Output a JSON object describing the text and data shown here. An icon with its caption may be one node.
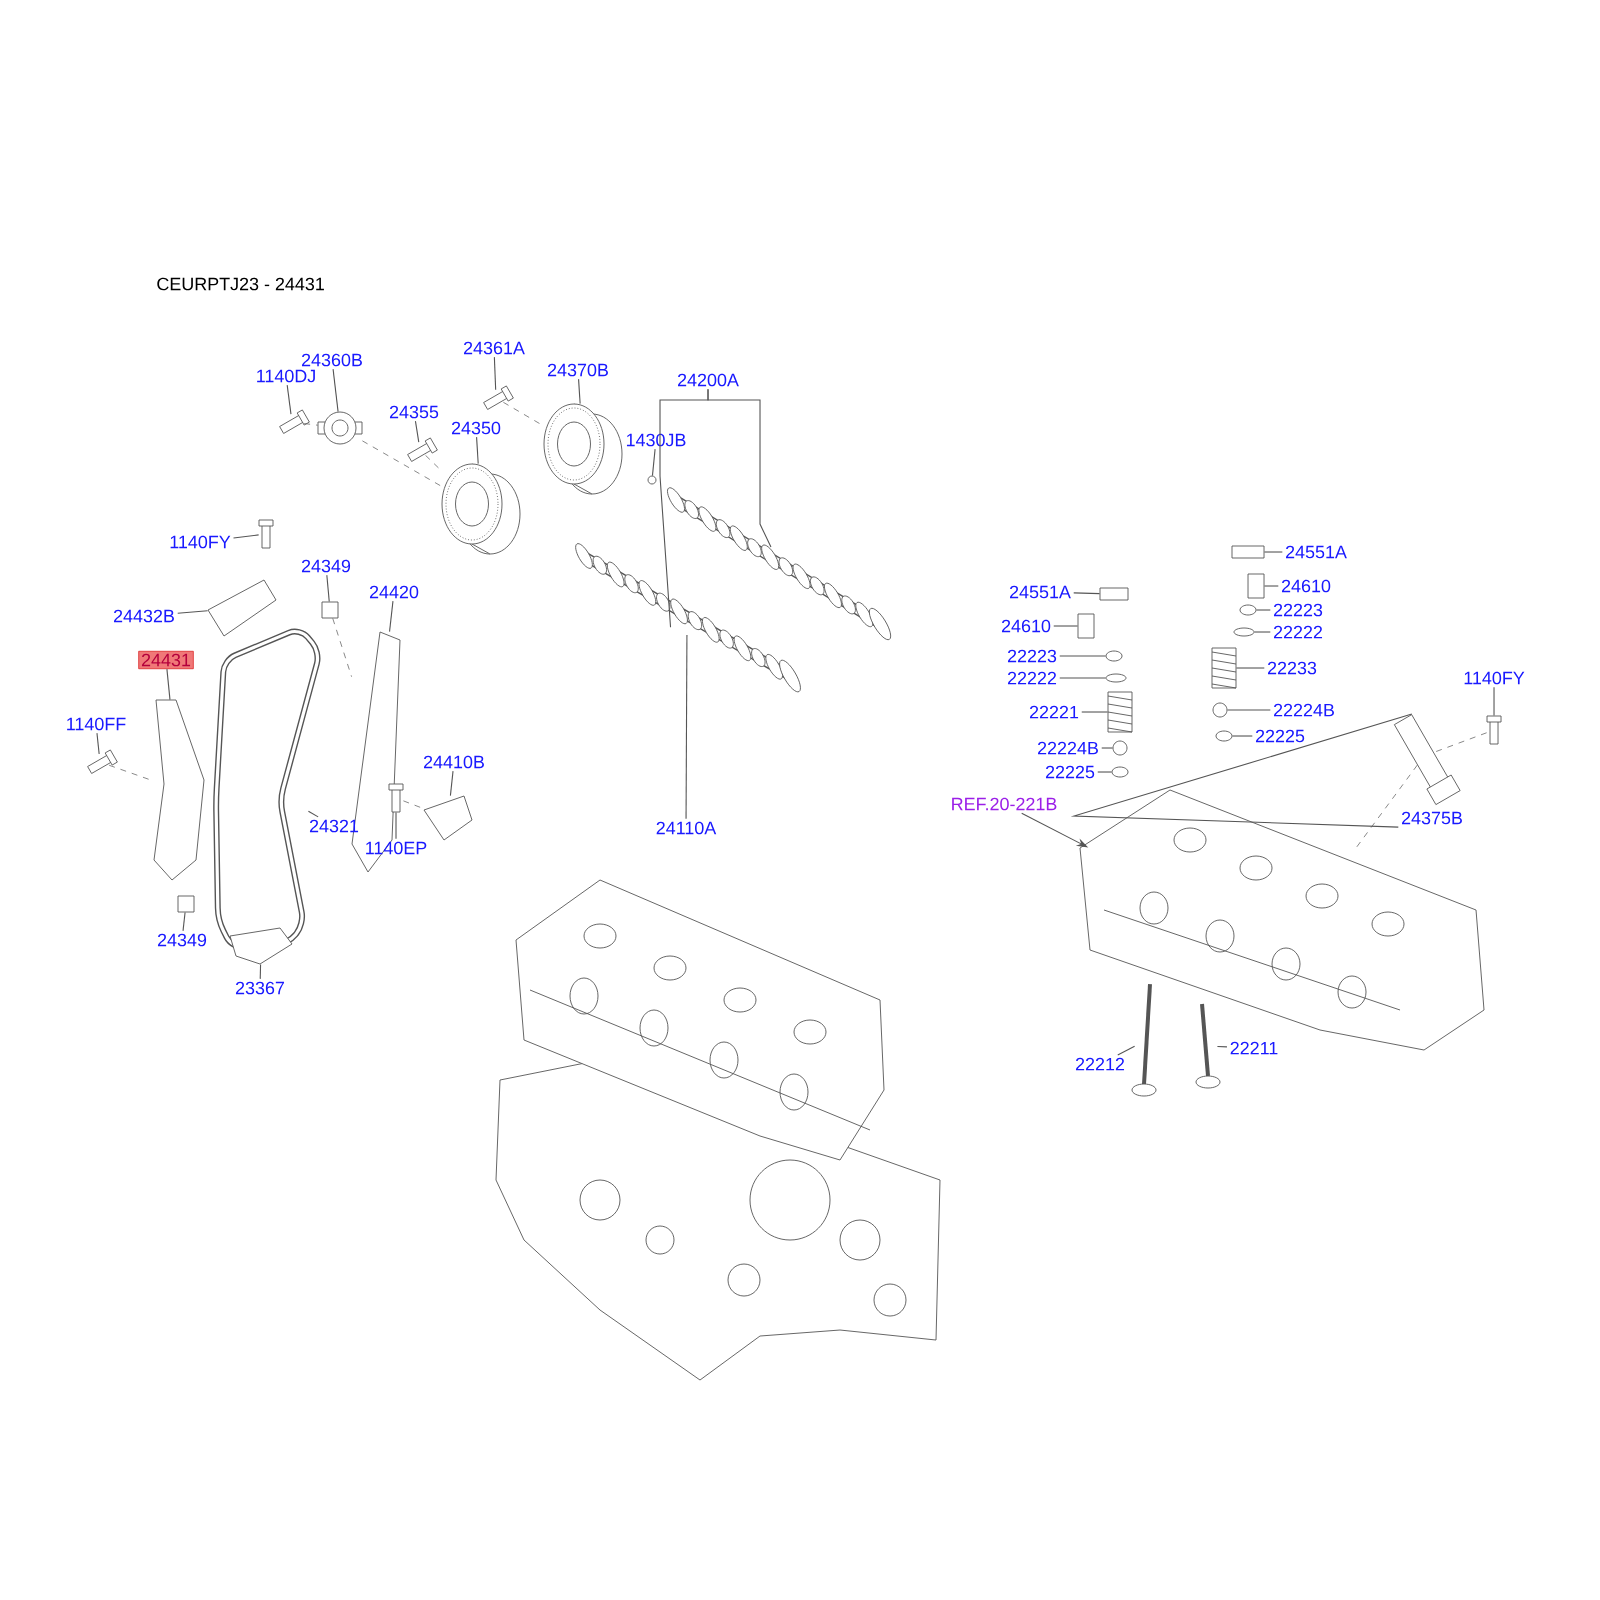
{
  "diagram": {
    "title": "CEURPTJ23 - 24431",
    "nodes": [
      {
        "text": [
          "24360B"
        ]
      },
      {
        "text": [
          "1140DJ"
        ]
      },
      {
        "text": [
          "24355"
        ]
      },
      {
        "text": [
          "24361A"
        ]
      },
      {
        "text": [
          "24350"
        ]
      },
      {
        "text": [
          "24370B"
        ]
      },
      {
        "text": [
          "24200A"
        ]
      },
      {
        "text": [
          "1430JB"
        ]
      },
      {
        "text": [
          "24110A"
        ]
      },
      {
        "text": [
          "1140FY"
        ]
      },
      {
        "text": [
          "24349"
        ]
      },
      {
        "text": [
          "24420"
        ]
      },
      {
        "text": [
          "24432B"
        ]
      },
      {
        "text": [
          "24431"
        ]
      },
      {
        "text": [
          "1140FF"
        ]
      },
      {
        "text": [
          "24321"
        ]
      },
      {
        "text": [
          "24410B"
        ]
      },
      {
        "text": [
          "1140EP"
        ]
      },
      {
        "text": [
          "24349"
        ]
      },
      {
        "text": [
          "23367"
        ]
      },
      {
        "text": [
          "24551A"
        ]
      },
      {
        "text": [
          "24610"
        ]
      },
      {
        "text": [
          "22223"
        ]
      },
      {
        "text": [
          "22222"
        ]
      },
      {
        "text": [
          "22233"
        ]
      },
      {
        "text": [
          "22224B"
        ]
      },
      {
        "text": [
          "22225"
        ]
      },
      {
        "text": [
          "24551A"
        ]
      },
      {
        "text": [
          "24610"
        ]
      },
      {
        "text": [
          "22223"
        ]
      },
      {
        "text": [
          "22222"
        ]
      },
      {
        "text": [
          "22221"
        ]
      },
      {
        "text": [
          "22224B"
        ]
      },
      {
        "text": [
          "22225"
        ]
      },
      {
        "text": [
          "1140FY"
        ]
      },
      {
        "text": [
          "24375B"
        ]
      },
      {
        "text": [
          "REF.20-221B"
        ]
      },
      {
        "text": [
          "22212"
        ]
      },
      {
        "text": [
          "22211"
        ]
      },
      {
        "text": [],
        "shape": "picture"
      },
      {
        "text": [],
        "shape": "picture"
      },
      {
        "text": [],
        "shape": "picture"
      },
      {
        "text": [],
        "shape": "picture"
      },
      {
        "text": [],
        "shape": "picture"
      },
      {
        "text": [],
        "shape": "picture"
      },
      {
        "text": [],
        "shape": "picture"
      },
      {
        "text": [],
        "shape": "circle"
      },
      {
        "text": [],
        "shape": "picture"
      },
      {
        "text": [],
        "shape": "picture"
      },
      {
        "text": [],
        "shape": "box"
      },
      {
        "text": [],
        "shape": "picture"
      },
      {
        "text": [],
        "shape": "picture"
      },
      {
        "text": [],
        "shape": "picture"
      },
      {
        "text": [],
        "shape": "picture"
      },
      {
        "text": [],
        "shape": "picture"
      },
      {
        "text": [],
        "shape": "picture"
      },
      {
        "text": [],
        "shape": "picture"
      },
      {
        "text": [],
        "shape": "box"
      },
      {
        "text": [],
        "shape": "picture"
      },
      {
        "text": [],
        "shape": "box"
      },
      {
        "text": [],
        "shape": "box"
      },
      {
        "text": [],
        "shape": "circle"
      },
      {
        "text": [],
        "shape": "circle"
      },
      {
        "text": [],
        "shape": "picture"
      },
      {
        "text": [],
        "shape": "circle"
      },
      {
        "text": [],
        "shape": "circle"
      },
      {
        "text": [],
        "shape": "box"
      },
      {
        "text": [],
        "shape": "box"
      },
      {
        "text": [],
        "shape": "circle"
      },
      {
        "text": [],
        "shape": "circle"
      },
      {
        "text": [],
        "shape": "picture"
      },
      {
        "text": [],
        "shape": "circle"
      },
      {
        "text": [],
        "shape": "circle"
      },
      {
        "text": [],
        "shape": "picture"
      },
      {
        "text": [],
        "shape": "picture"
      },
      {
        "text": [],
        "shape": "picture"
      },
      {
        "text": [],
        "shape": "picture"
      },
      {
        "text": [],
        "shape": "picture"
      }
    ],
    "edges": [
      {
        "from": 0,
        "to": 40,
        "arrow": "none"
      },
      {
        "from": 1,
        "to": 39,
        "arrow": "none"
      },
      {
        "from": 2,
        "to": 41,
        "arrow": "none"
      },
      {
        "from": 3,
        "to": 42,
        "arrow": "none"
      },
      {
        "from": 4,
        "to": 43,
        "arrow": "none"
      },
      {
        "from": 5,
        "to": 44,
        "arrow": "none"
      },
      {
        "from": 6,
        "to": 45,
        "arrow": "none"
      },
      {
        "from": 6,
        "to": 45,
        "arrow": "none"
      },
      {
        "from": 7,
        "to": 46,
        "arrow": "none"
      },
      {
        "from": 8,
        "to": 47,
        "arrow": "none"
      },
      {
        "from": 9,
        "to": 48,
        "arrow": "none"
      },
      {
        "from": 10,
        "to": 49,
        "arrow": "none"
      },
      {
        "from": 11,
        "to": 50,
        "arrow": "none"
      },
      {
        "from": 12,
        "to": 51,
        "arrow": "none"
      },
      {
        "from": 13,
        "to": 52,
        "arrow": "none"
      },
      {
        "from": 14,
        "to": 53,
        "arrow": "none"
      },
      {
        "from": 15,
        "to": 54,
        "arrow": "none"
      },
      {
        "from": 16,
        "to": 55,
        "arrow": "none"
      },
      {
        "from": 17,
        "to": 56,
        "arrow": "none"
      },
      {
        "from": 18,
        "to": 57,
        "arrow": "none"
      },
      {
        "from": 19,
        "to": 58,
        "arrow": "none"
      },
      {
        "from": 20,
        "to": 59,
        "arrow": "none"
      },
      {
        "from": 21,
        "to": 60,
        "arrow": "none"
      },
      {
        "from": 22,
        "to": 61,
        "arrow": "none"
      },
      {
        "from": 23,
        "to": 62,
        "arrow": "none"
      },
      {
        "from": 24,
        "to": 63,
        "arrow": "none"
      },
      {
        "from": 25,
        "to": 64,
        "arrow": "none"
      },
      {
        "from": 26,
        "to": 65,
        "arrow": "none"
      },
      {
        "from": 27,
        "to": 66,
        "arrow": "none"
      },
      {
        "from": 28,
        "to": 67,
        "arrow": "none"
      },
      {
        "from": 29,
        "to": 68,
        "arrow": "none"
      },
      {
        "from": 30,
        "to": 69,
        "arrow": "none"
      },
      {
        "from": 31,
        "to": 70,
        "arrow": "none"
      },
      {
        "from": 32,
        "to": 71,
        "arrow": "none"
      },
      {
        "from": 33,
        "to": 72,
        "arrow": "none"
      },
      {
        "from": 34,
        "to": 73,
        "arrow": "none"
      },
      {
        "from": 35,
        "to": 74,
        "arrow": "none"
      },
      {
        "from": 36,
        "to": 75,
        "arrow": "to"
      },
      {
        "from": 37,
        "to": 76,
        "arrow": "none"
      },
      {
        "from": 38,
        "to": 77,
        "arrow": "none"
      },
      {
        "from": 39,
        "to": 40,
        "arrow": "none",
        "style": "dashed"
      },
      {
        "from": 40,
        "to": 43,
        "arrow": "none",
        "style": "dashed"
      },
      {
        "from": 41,
        "to": 43,
        "arrow": "none",
        "style": "dashed"
      },
      {
        "from": 42,
        "to": 44,
        "arrow": "none",
        "style": "dashed"
      },
      {
        "from": 49,
        "to": 50,
        "arrow": "none",
        "style": "dashed"
      },
      {
        "from": 53,
        "to": 52,
        "arrow": "none",
        "style": "dashed"
      },
      {
        "from": 56,
        "to": 55,
        "arrow": "none",
        "style": "dashed"
      },
      {
        "from": 73,
        "to": 74,
        "arrow": "none",
        "style": "dashed"
      },
      {
        "from": 74,
        "to": 75,
        "arrow": "none",
        "style": "dashed"
      }
    ]
  }
}
